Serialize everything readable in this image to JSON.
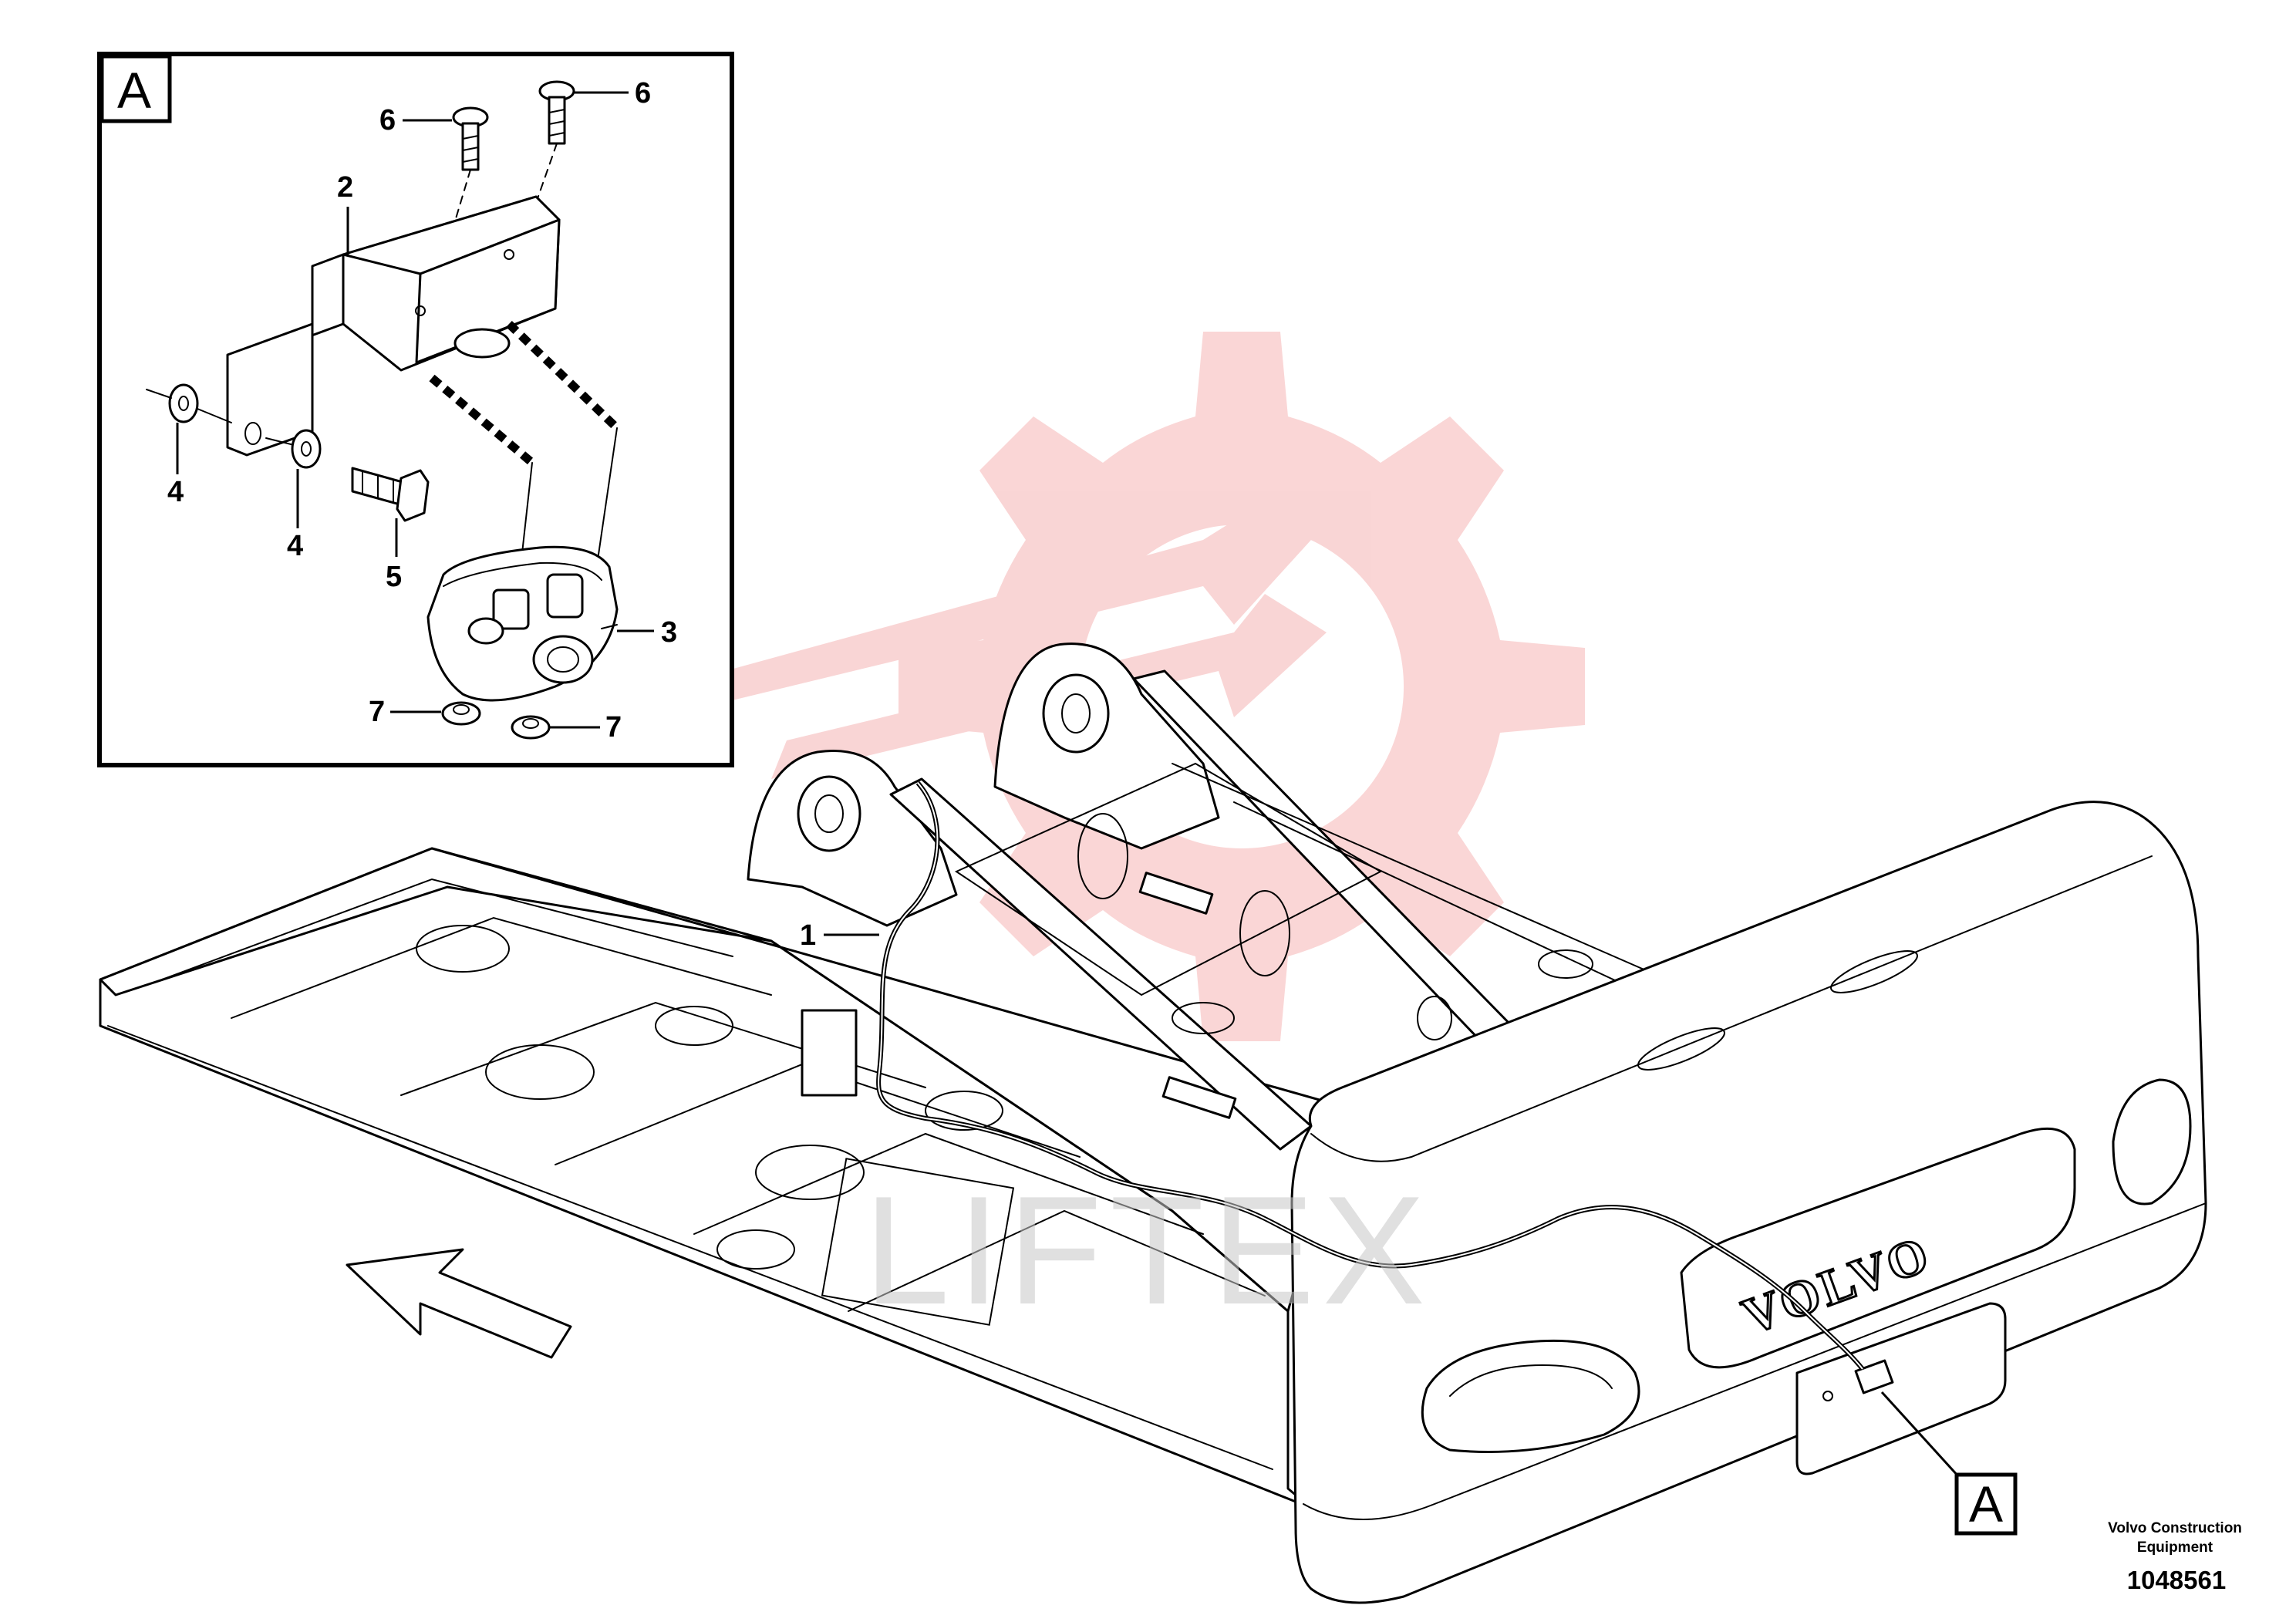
{
  "callouts": {
    "harness": "1",
    "bracket": "2",
    "camera": "3",
    "washer_left": "4",
    "washer_right": "4",
    "bolt": "5",
    "screw_left": "6",
    "screw_right": "6",
    "nut_left": "7",
    "nut_right": "7"
  },
  "detail": {
    "inset_label": "A",
    "pointer_label": "A"
  },
  "machine": {
    "brand_text": "VOLVO"
  },
  "watermark": {
    "text": "LIFTEX",
    "color": "#f5b4b4"
  },
  "footer": {
    "credit_line1": "Volvo Construction",
    "credit_line2": "Equipment",
    "doc_number": "1048561"
  }
}
